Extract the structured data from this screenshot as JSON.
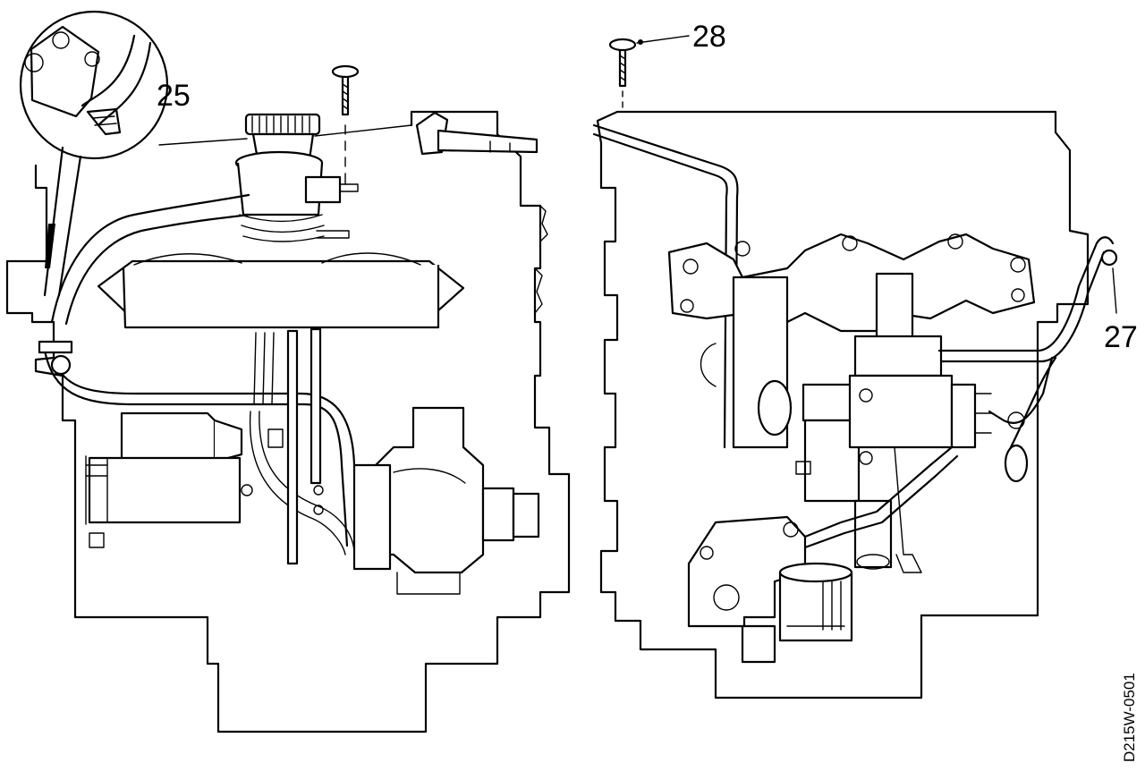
{
  "diagram": {
    "callouts": [
      {
        "id": "25",
        "label": "25"
      },
      {
        "id": "28",
        "label": "28"
      },
      {
        "id": "27",
        "label": "27"
      }
    ],
    "figure_code": "D215W-0501"
  }
}
